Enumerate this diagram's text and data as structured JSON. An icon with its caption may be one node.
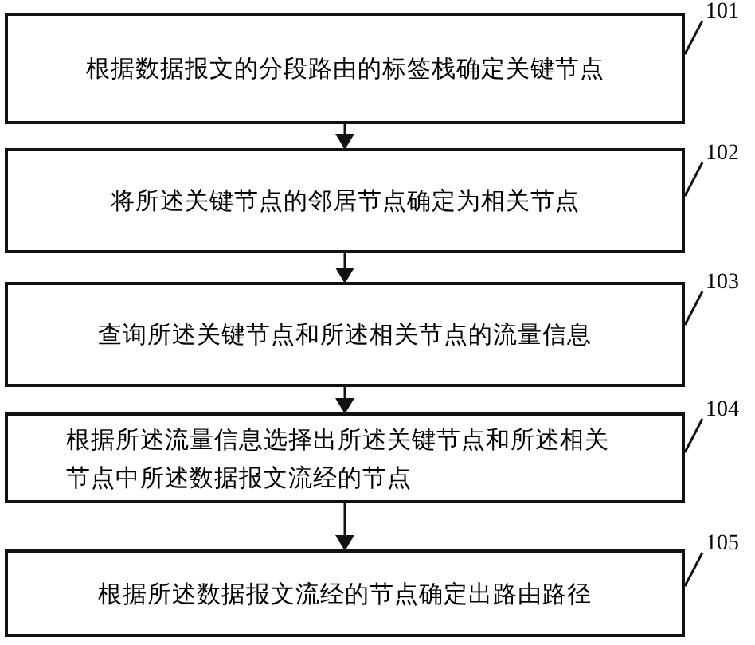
{
  "diagram": {
    "nodes": [
      {
        "text": [
          "根据数据报文的分段路由的标签栈确定关键节点"
        ]
      },
      {
        "text": [
          "将所述关键节点的邻居节点确定为相关节点"
        ]
      },
      {
        "text": [
          "查询所述关键节点和所述相关节点的流量信息"
        ]
      },
      {
        "text": [
          "根据所述流量信息选择出所述关键节点和所述相关节点中所述数据报文流经的节点"
        ]
      },
      {
        "text": [
          "根据所述数据报文流经的节点确定出路由路径"
        ]
      },
      {
        "text": [
          "101"
        ]
      },
      {
        "text": [
          "102"
        ]
      },
      {
        "text": [
          "103"
        ]
      },
      {
        "text": [
          "104"
        ]
      },
      {
        "text": [
          "105"
        ]
      }
    ],
    "edges": [
      {
        "from": 0,
        "to": 1,
        "arrow": "to"
      },
      {
        "from": 1,
        "to": 2,
        "arrow": "to"
      },
      {
        "from": 2,
        "to": 3,
        "arrow": "to"
      },
      {
        "from": 3,
        "to": 4,
        "arrow": "to"
      },
      {
        "from": 5,
        "to": 0,
        "arrow": "none"
      },
      {
        "from": 6,
        "to": 1,
        "arrow": "none"
      },
      {
        "from": 7,
        "to": 2,
        "arrow": "none"
      },
      {
        "from": 8,
        "to": 3,
        "arrow": "none"
      },
      {
        "from": 9,
        "to": 4,
        "arrow": "none"
      }
    ]
  }
}
